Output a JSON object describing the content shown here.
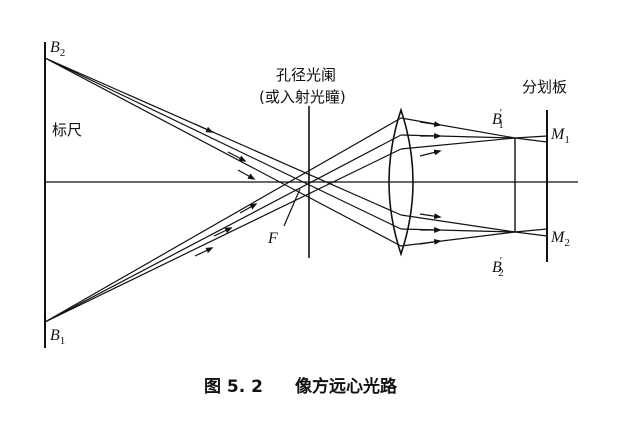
{
  "labels": {
    "b2_main": "B",
    "b2_sub": "2",
    "b1_main": "B",
    "b1_sub": "1",
    "scale": "标尺",
    "stop_line1": "孔径光阑",
    "stop_line2": "(或入射光瞳)",
    "reticle": "分划板",
    "f": "F",
    "b1p_main": "B",
    "b1p_sub": "1",
    "b2p_main": "B",
    "b2p_sub": "2",
    "m1_main": "M",
    "m1_sub": "1",
    "m2_main": "M",
    "m2_sub": "2"
  },
  "caption": {
    "number": "图 5. 2",
    "title": "像方远心光路"
  },
  "colors": {
    "ink": "#111111",
    "background": "#ffffff"
  }
}
